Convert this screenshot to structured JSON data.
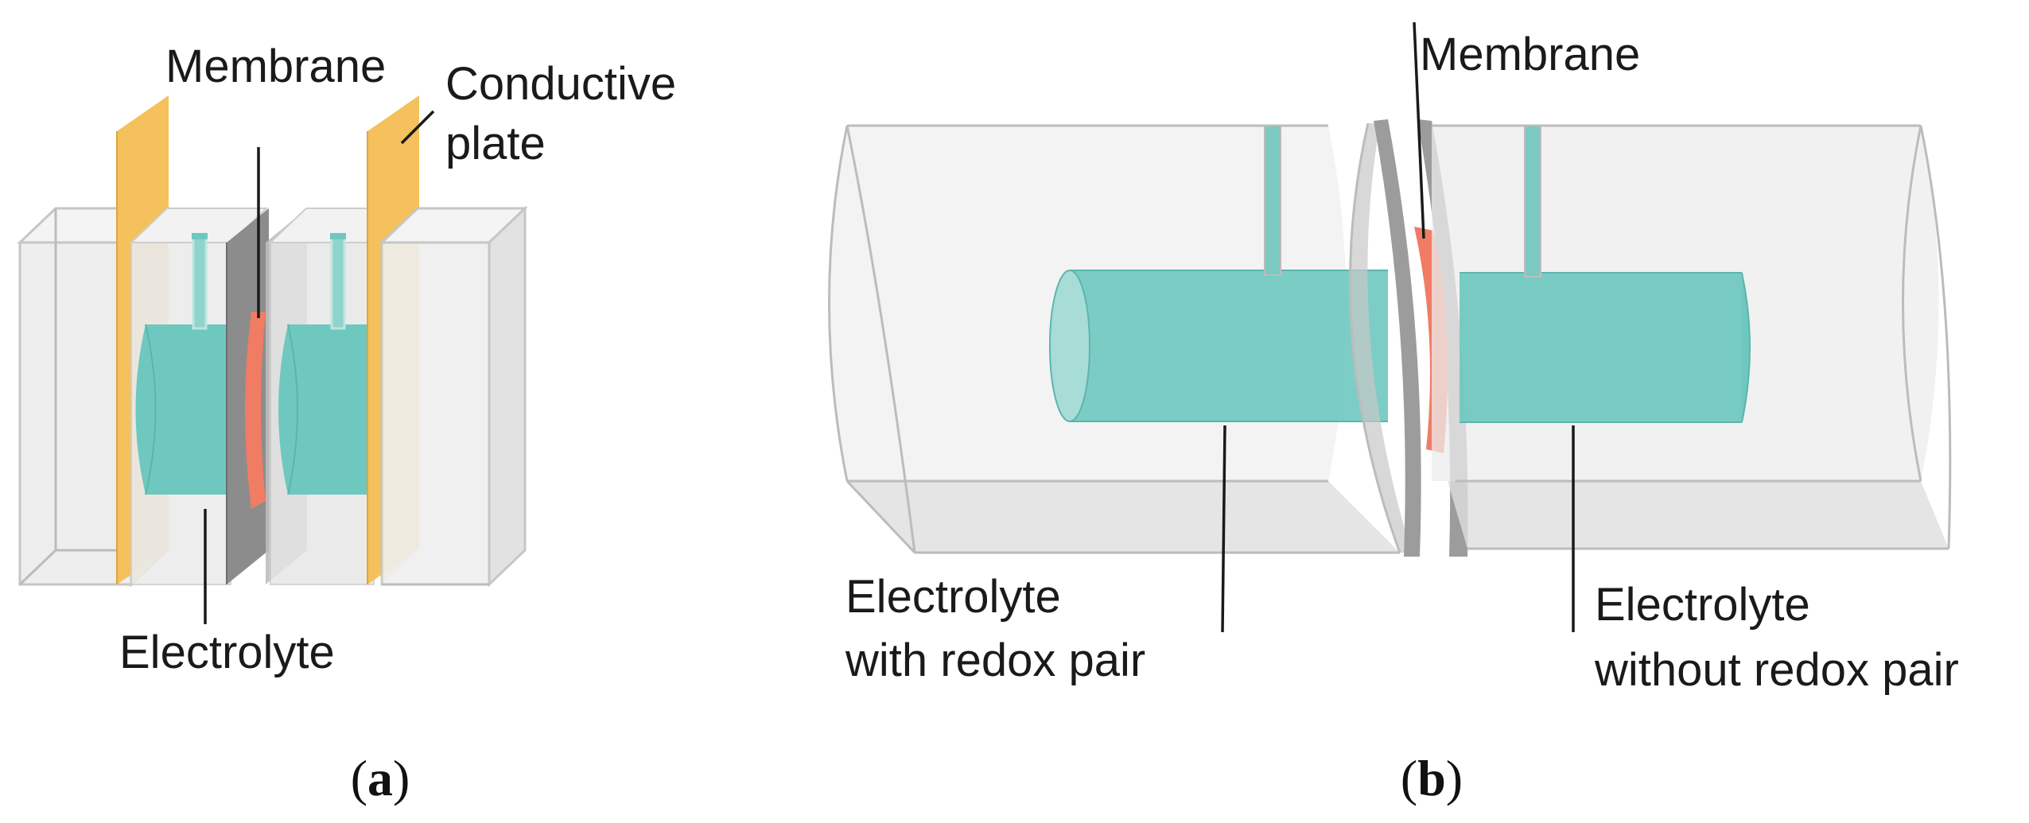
{
  "panel_a": {
    "labels": {
      "membrane": "Membrane",
      "conductive_plate_line1": "Conductive",
      "conductive_plate_line2": "plate",
      "electrolyte": "Electrolyte"
    },
    "caption": {
      "open": "(",
      "letter": "a",
      "close": ")"
    }
  },
  "panel_b": {
    "labels": {
      "membrane": "Membrane",
      "left_line1": "Electrolyte",
      "left_line2": "with redox pair",
      "right_line1": "Electrolyte",
      "right_line2": "without redox pair"
    },
    "caption": {
      "open": "(",
      "letter": "b",
      "close": ")"
    }
  },
  "colors": {
    "plate": "#f5c15c",
    "electrolyte": "#6ec8bf",
    "membrane": "#f07c64",
    "gasket": "#8c8c8c",
    "housing": "#e6e6e6"
  }
}
